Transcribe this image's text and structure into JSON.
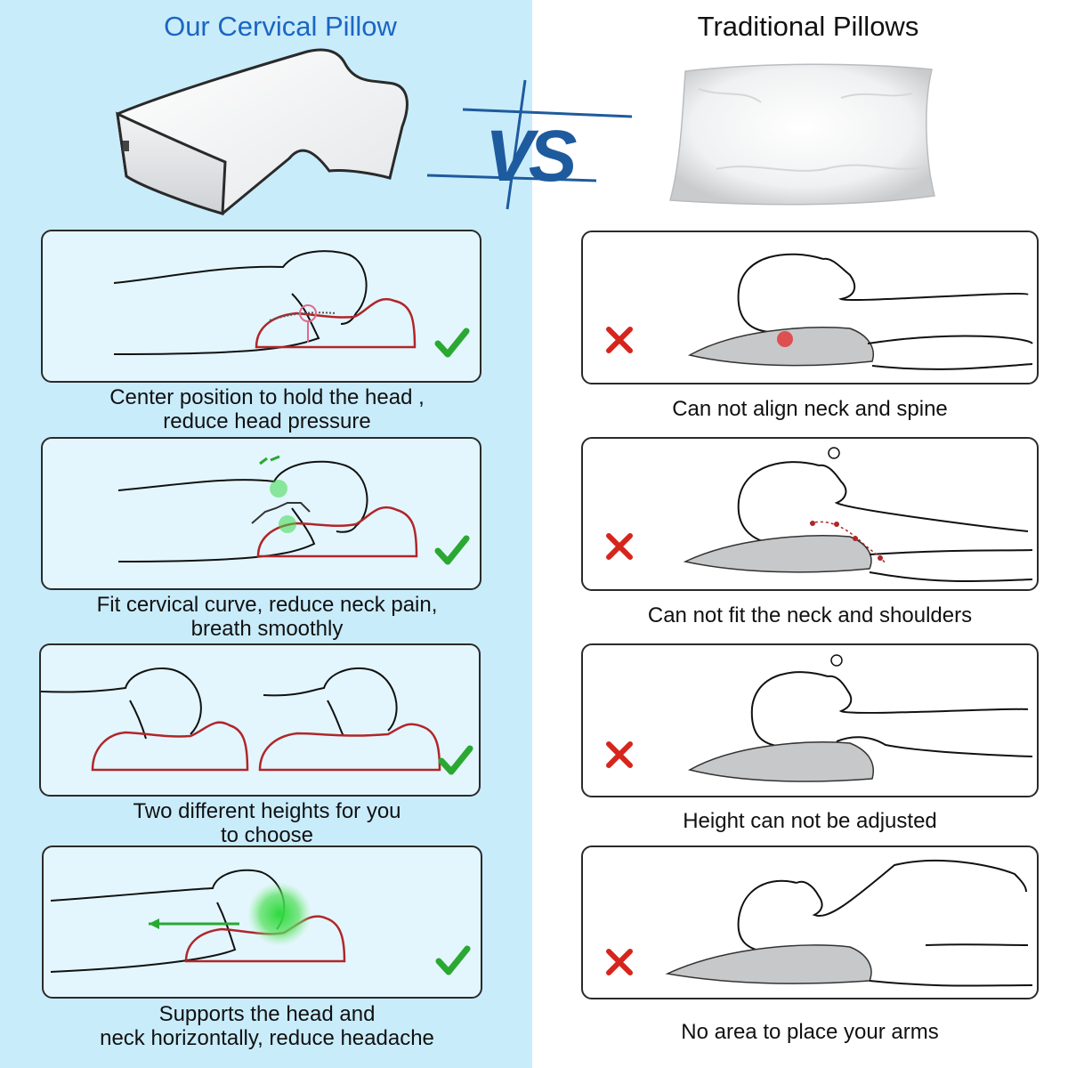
{
  "header": {
    "left_title": "Our Cervical Pillow",
    "right_title": "Traditional Pillows",
    "vs_label": "VS"
  },
  "colors": {
    "left_bg": "#c9ecfb",
    "left_title": "#1a66c2",
    "check": "#2aa832",
    "cross": "#d6251c",
    "pillow_outline": "#b0262a",
    "vs": "#1e5b9e"
  },
  "left_captions": [
    [
      "Center position to hold the head ,",
      "reduce head pressure"
    ],
    [
      "Fit cervical curve, reduce neck pain,",
      "breath smoothly"
    ],
    [
      "Two different heights for you",
      "to choose"
    ],
    [
      "Supports the head and",
      "neck horizontally, reduce headache"
    ]
  ],
  "right_captions": [
    "Can not align neck and spine",
    "Can not fit the neck and shoulders",
    "Height can not be adjusted",
    "No area to place your arms"
  ],
  "icons": {
    "check": "check-icon",
    "cross": "cross-icon"
  }
}
